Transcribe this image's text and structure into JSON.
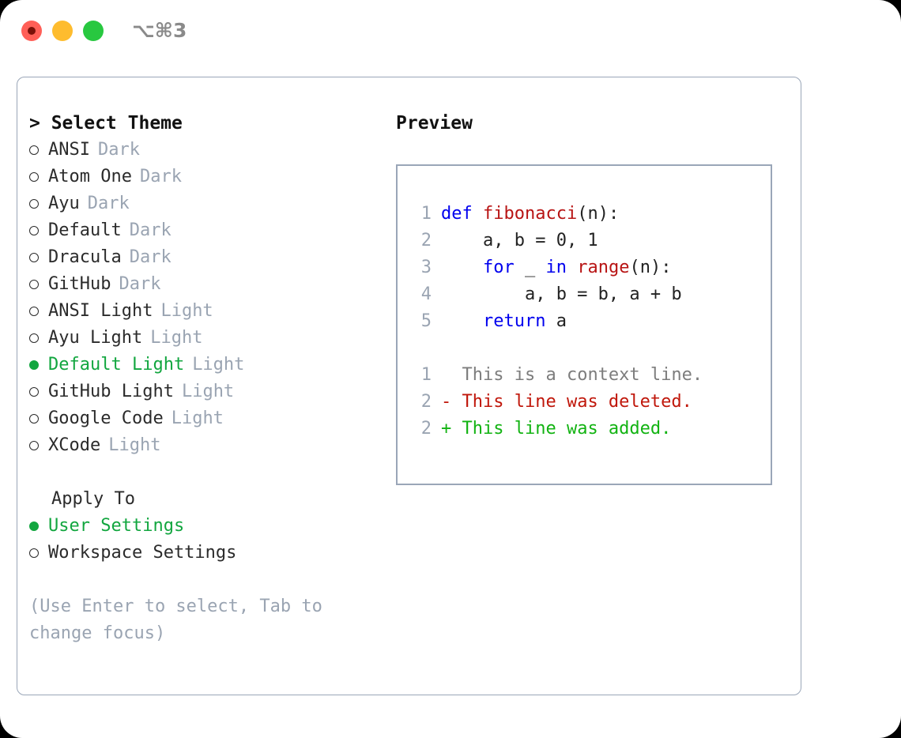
{
  "titlebar": {
    "shortcut": "⌥⌘3",
    "buttons": {
      "close_label": "close",
      "minimize_label": "minimize",
      "maximize_label": "maximize"
    },
    "colors": {
      "close": "#ff5f57",
      "minimize": "#febc2e",
      "maximize": "#28c840"
    }
  },
  "theme_selector": {
    "header": "> Select Theme",
    "bullet_unselected": "○",
    "bullet_selected": "●",
    "items": [
      {
        "name": "ANSI",
        "kind": "Dark",
        "selected": false
      },
      {
        "name": "Atom One",
        "kind": "Dark",
        "selected": false
      },
      {
        "name": "Ayu",
        "kind": "Dark",
        "selected": false
      },
      {
        "name": "Default",
        "kind": "Dark",
        "selected": false
      },
      {
        "name": "Dracula",
        "kind": "Dark",
        "selected": false
      },
      {
        "name": "GitHub",
        "kind": "Dark",
        "selected": false
      },
      {
        "name": "ANSI Light",
        "kind": "Light",
        "selected": false
      },
      {
        "name": "Ayu Light",
        "kind": "Light",
        "selected": false
      },
      {
        "name": "Default Light",
        "kind": "Light",
        "selected": true
      },
      {
        "name": "GitHub Light",
        "kind": "Light",
        "selected": false
      },
      {
        "name": "Google Code",
        "kind": "Light",
        "selected": false
      },
      {
        "name": "XCode",
        "kind": "Light",
        "selected": false
      }
    ]
  },
  "apply_to": {
    "header": "Apply To",
    "items": [
      {
        "name": "User Settings",
        "selected": true
      },
      {
        "name": "Workspace Settings",
        "selected": false
      }
    ]
  },
  "hint": "(Use Enter to select, Tab to change focus)",
  "preview": {
    "title": "Preview",
    "code_lines": [
      {
        "number": "1",
        "tokens": [
          {
            "text": "def ",
            "type": "kw"
          },
          {
            "text": "fibonacci",
            "type": "fn"
          },
          {
            "text": "(n):",
            "type": "pl"
          }
        ]
      },
      {
        "number": "2",
        "tokens": [
          {
            "text": "    a, b = 0, 1",
            "type": "pl"
          }
        ]
      },
      {
        "number": "3",
        "tokens": [
          {
            "text": "    ",
            "type": "pl"
          },
          {
            "text": "for",
            "type": "kw"
          },
          {
            "text": " _ ",
            "type": "pl"
          },
          {
            "text": "in ",
            "type": "kw"
          },
          {
            "text": "range",
            "type": "fn"
          },
          {
            "text": "(n):",
            "type": "pl"
          }
        ]
      },
      {
        "number": "4",
        "tokens": [
          {
            "text": "        a, b = b, a + b",
            "type": "pl"
          }
        ]
      },
      {
        "number": "5",
        "tokens": [
          {
            "text": "    ",
            "type": "pl"
          },
          {
            "text": "return",
            "type": "kw"
          },
          {
            "text": " a",
            "type": "pl"
          }
        ]
      }
    ],
    "diff_lines": [
      {
        "number": "1",
        "marker": " ",
        "text": "This is a context line.",
        "type": "context"
      },
      {
        "number": "2",
        "marker": "-",
        "text": "This line was deleted.",
        "type": "deleted"
      },
      {
        "number": "2",
        "marker": "+",
        "text": "This line was added.",
        "type": "added"
      }
    ]
  },
  "colors": {
    "accent_green": "#12a63f",
    "muted": "#9aa4b2",
    "border": "#9aa6b8",
    "keyword": "#0000ee",
    "function": "#b81414",
    "diff_deleted": "#c0170b",
    "diff_added": "#12b312"
  }
}
